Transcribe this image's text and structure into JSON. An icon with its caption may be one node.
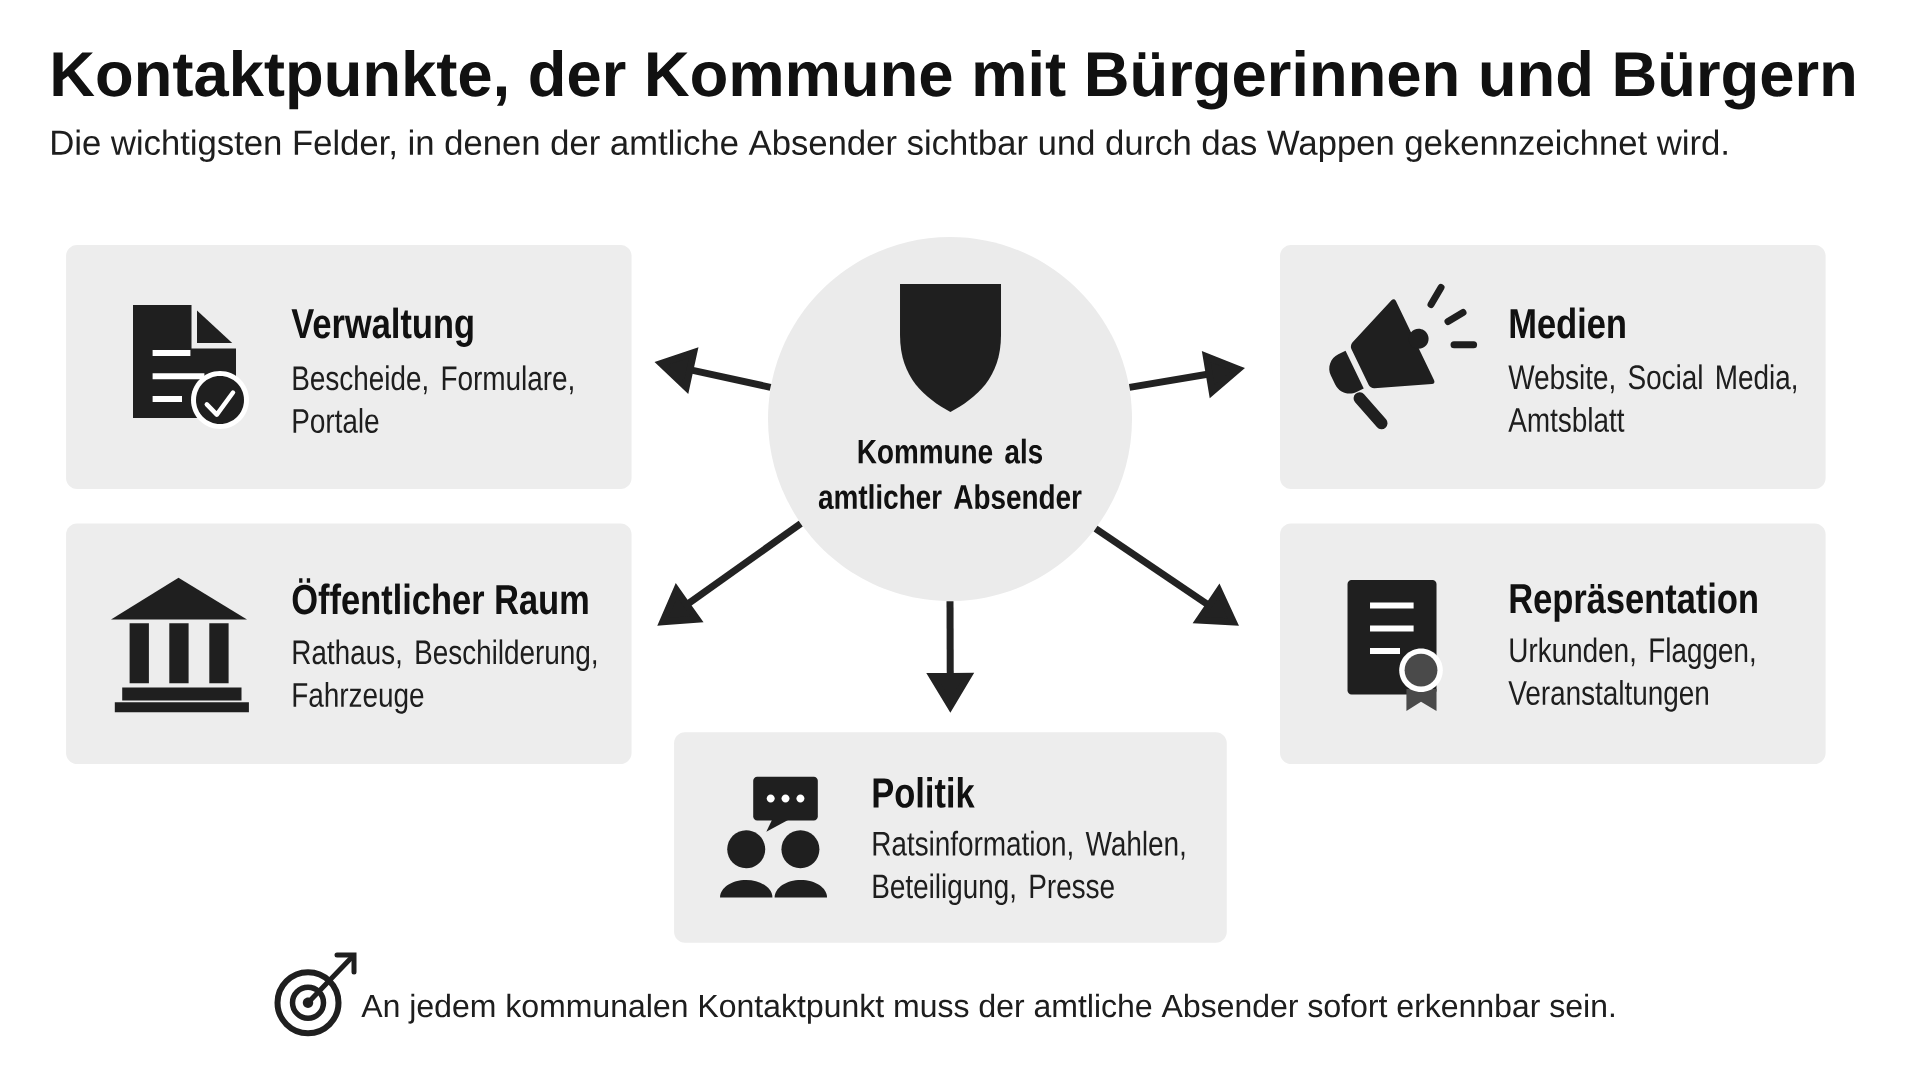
{
  "diagram": {
    "title": "Kontaktpunkte, der Kommune mit  Bürgerinnen und Bürgern",
    "nodes": [
      {
        "text": [
          "Verwaltung",
          "Bescheide, Formulare, Portale"
        ]
      },
      {
        "text": [
          "Kommune als amtlicher Absender"
        ]
      },
      {
        "text": [
          "Medien",
          "Website, Social Media, Amtsblatt"
        ]
      },
      {
        "text": [
          "Öffentlicher Raum",
          "Rathaus, Beschilderung, Fahrzeuge"
        ]
      },
      {
        "text": [
          "Repräsentation",
          "Urkunden, Flaggen, Veranstaltungen"
        ]
      },
      {
        "text": [
          "Politik",
          "Ratsinformation, Wahlen, Beteiligung, Presse"
        ]
      }
    ],
    "edges": [
      {
        "from": 1,
        "to": 0,
        "arrow": "to"
      },
      {
        "from": 1,
        "to": 2,
        "arrow": "to"
      },
      {
        "from": 1,
        "to": 3,
        "arrow": "to"
      },
      {
        "from": 1,
        "to": 4,
        "arrow": "to"
      },
      {
        "from": 1,
        "to": 5,
        "arrow": "to"
      }
    ],
    "labels": [
      "Die wichtigsten Felder, in denen der amtliche Absender sichtbar und durch das Wappen gekennzeichnet wird.",
      "An jedem kommunalen Kontaktpunkt muss der amtliche Absender sofort erkennbar sein."
    ]
  }
}
